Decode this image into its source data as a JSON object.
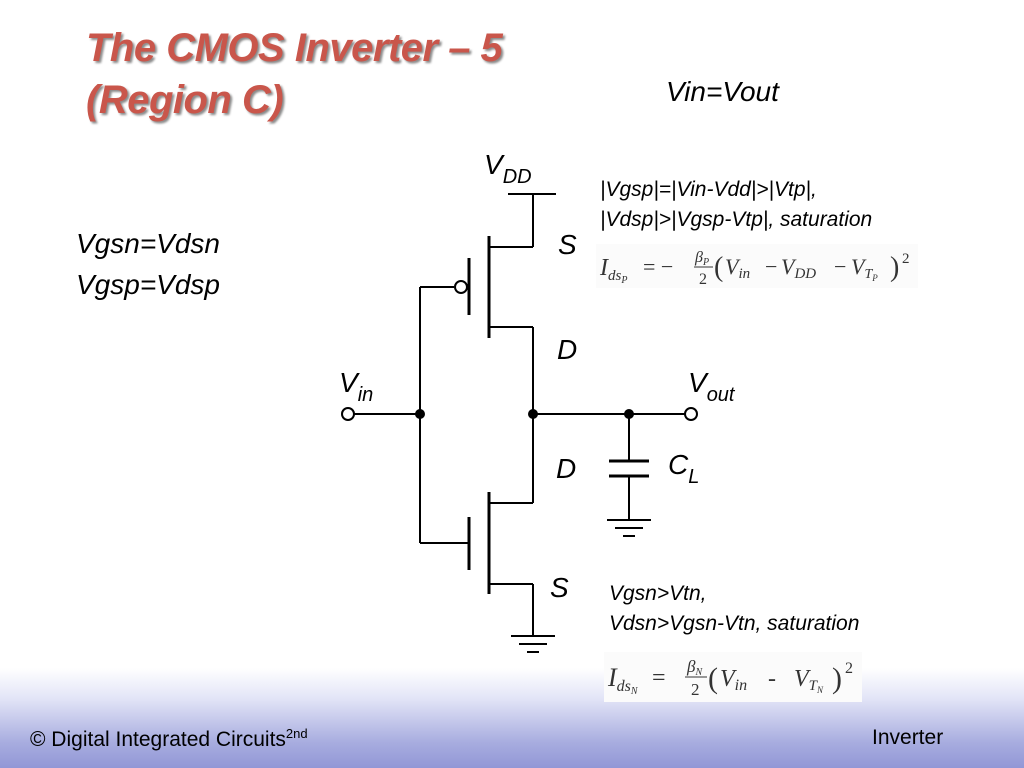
{
  "slide": {
    "title_line1": "The CMOS Inverter – 5",
    "title_line2": "(Region C)",
    "condition_main": "Vin=Vout",
    "eq_n": "Vgsn=Vdsn",
    "eq_p": "Vgsp=Vdsp",
    "pmos_cond_line1": "|Vgsp|=|Vin-Vdd|>|Vtp|,",
    "pmos_cond_line2": "|Vdsp|>|Vgsp-Vtp|, saturation",
    "nmos_cond_line1": "Vgsn>Vtn,",
    "nmos_cond_line2": "Vdsn>Vgsn-Vtn, saturation"
  },
  "circuit": {
    "vdd": "V",
    "vdd_sub": "DD",
    "vin": "V",
    "vin_sub": "in",
    "vout": "V",
    "vout_sub": "out",
    "cl": "C",
    "cl_sub": "L",
    "pmos_source": "S",
    "pmos_drain": "D",
    "nmos_drain": "D",
    "nmos_source": "S"
  },
  "equations": {
    "pmos": {
      "I": "I",
      "ds": "ds",
      "sub": "P",
      "sign": "= −",
      "beta": "β",
      "beta_sub": "P",
      "two": "2",
      "paren_open": "(",
      "vin": "V",
      "vin_sub": "in",
      "minus1": "−",
      "vdd": "V",
      "vdd_sub": "DD",
      "minus2": "−",
      "vt": "V",
      "vt_sub": "T",
      "vt_sub2": "P",
      "paren_close": ")",
      "sq": "2"
    },
    "nmos": {
      "I": "I",
      "ds": "ds",
      "sub": "N",
      "sign": "=",
      "beta": "β",
      "beta_sub": "N",
      "two": "2",
      "paren_open": "(",
      "vin": "V",
      "vin_sub": "in",
      "minus": "-",
      "vt": "V",
      "vt_sub": "T",
      "vt_sub2": "N",
      "paren_close": ")",
      "sq": "2"
    }
  },
  "footer": {
    "left": "© Digital Integrated Circuits",
    "left_sup": "2nd",
    "right": "Inverter"
  }
}
